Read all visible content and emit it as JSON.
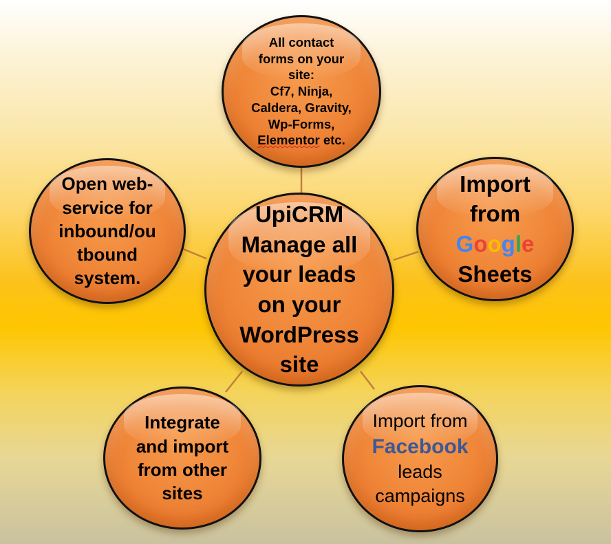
{
  "colors": {
    "node_fill": "#ef8637",
    "node_border": "#111111",
    "connector": "#c0803a",
    "facebook_blue": "#3b5998",
    "google_blue": "#4285f4",
    "google_red": "#ea4335",
    "google_yellow": "#fbbc05",
    "google_green": "#34a853"
  },
  "center": {
    "lines": [
      "UpiCRM",
      "Manage all",
      "your leads",
      "on your",
      "WordPress",
      "site"
    ]
  },
  "top": {
    "lines": [
      "All contact",
      "forms on your",
      "site:",
      "Cf7, Ninja,",
      "Caldera, Gravity,",
      "Wp-Forms,"
    ],
    "last_line_word": "Elementor",
    "last_line_rest": " etc."
  },
  "left": {
    "lines": [
      "Open web-",
      "service for",
      "inbound/ou",
      "tbound",
      "system."
    ]
  },
  "right": {
    "line1": "Import",
    "line2": "from",
    "google_letters": [
      "G",
      "o",
      "o",
      "g",
      "l",
      "e"
    ],
    "line4": "Sheets"
  },
  "bottom_left": {
    "lines": [
      "Integrate",
      "and import",
      "from other",
      "sites"
    ]
  },
  "bottom_right": {
    "line1": "Import from",
    "brand": "Facebook",
    "line3": "leads",
    "line4": "campaigns"
  }
}
